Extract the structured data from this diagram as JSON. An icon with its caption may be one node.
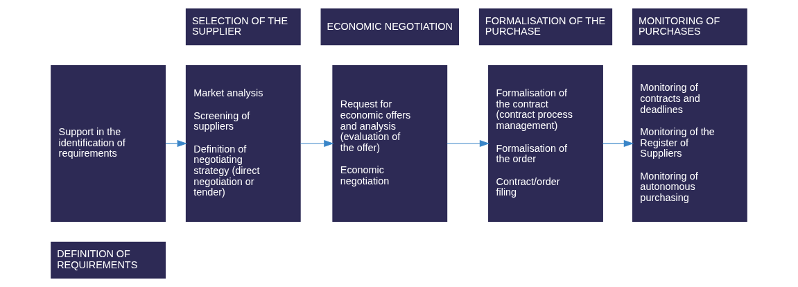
{
  "diagram": {
    "nodes": [
      {
        "text": [
          "DEFINITION OF REQUIREMENTS"
        ]
      },
      {
        "text": [
          "Support in the identification of requirements"
        ]
      },
      {
        "text": [
          "SELECTION OF THE SUPPLIER"
        ]
      },
      {
        "text": [
          "Market analysis",
          "Screening of suppliers",
          "Definition of negotiating strategy (direct negotiation or tender)"
        ]
      },
      {
        "text": [
          "ECONOMIC NEGOTIATION"
        ]
      },
      {
        "text": [
          "Request for economic offers and analysis (evaluation of the offer)",
          "Economic negotiation"
        ]
      },
      {
        "text": [
          "FORMALISATION OF THE PURCHASE"
        ]
      },
      {
        "text": [
          "Formalisation of the contract (contract process management)",
          "Formalisation of the order",
          "Contract/order filing"
        ]
      },
      {
        "text": [
          "MONITORING OF PURCHASES"
        ]
      },
      {
        "text": [
          "Monitoring of contracts and deadlines",
          "Monitoring of the Register of Suppliers",
          "Monitoring of autonomous purchasing"
        ]
      }
    ],
    "edges": [
      {
        "from": 1,
        "to": 3,
        "arrow": "to"
      },
      {
        "from": 3,
        "to": 5,
        "arrow": "to"
      },
      {
        "from": 5,
        "to": 7,
        "arrow": "to"
      },
      {
        "from": 7,
        "to": 9,
        "arrow": "to"
      }
    ]
  }
}
